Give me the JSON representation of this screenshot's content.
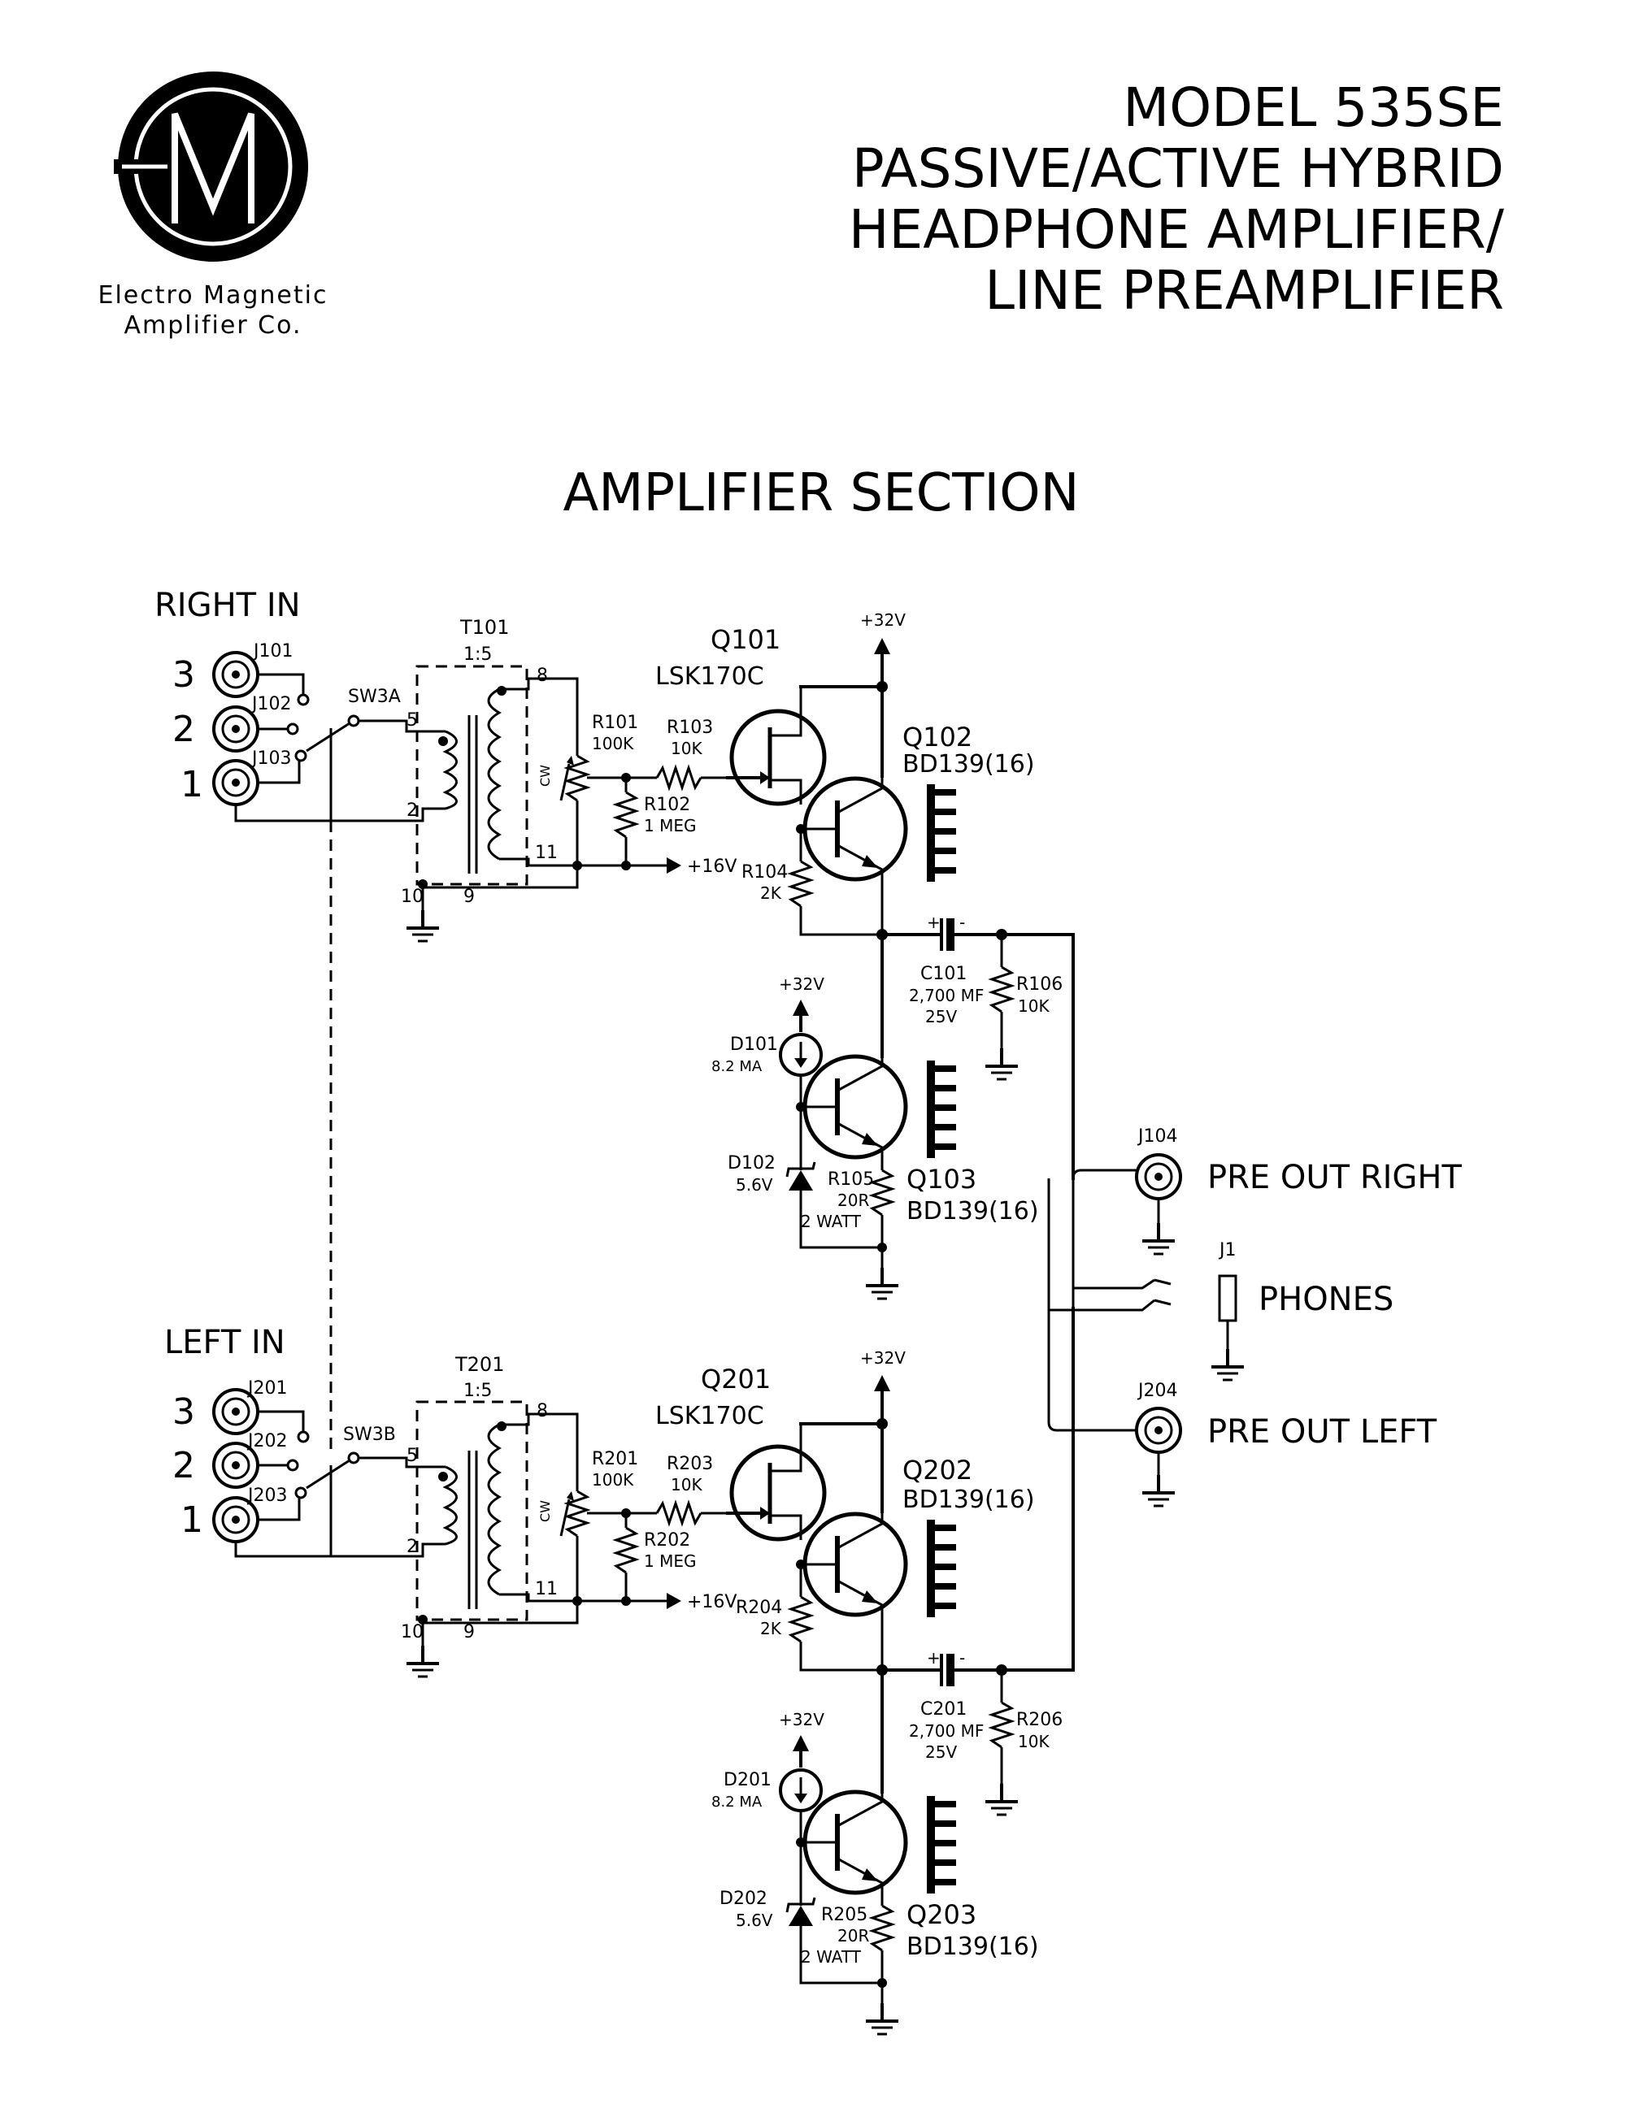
{
  "company": {
    "line1": "Electro Magnetic",
    "line2": "Amplifier Co."
  },
  "title": {
    "line1": "MODEL 535SE",
    "line2": "PASSIVE/ACTIVE HYBRID",
    "line3": "HEADPHONE AMPLIFIER/",
    "line4": "LINE PREAMPLIFIER"
  },
  "section_title": "AMPLIFIER SECTION",
  "channels": [
    {
      "input_label": "RIGHT IN",
      "input_numbers": [
        "3",
        "2",
        "1"
      ],
      "jacks": [
        "J101",
        "J102",
        "J103"
      ],
      "switch": "SW3A",
      "transformer": {
        "ref": "T101",
        "ratio": "1:5",
        "pins": [
          "8",
          "5",
          "2",
          "11",
          "10",
          "9"
        ]
      },
      "pot": {
        "ref": "R101",
        "value": "100K",
        "cw": "CW"
      },
      "r_gate": {
        "ref": "R103",
        "value": "10K"
      },
      "r_bias": {
        "ref": "R102",
        "value": "1 MEG"
      },
      "bias_rail": "+16V",
      "q_jfet": {
        "ref": "Q101",
        "part": "LSK170C"
      },
      "q_upper": {
        "ref": "Q102",
        "part": "BD139(16)"
      },
      "r_source": {
        "ref": "R104",
        "value": "2K"
      },
      "supply_top": "+32V",
      "cap": {
        "ref": "C101",
        "value": "2,700 MF",
        "voltage": "25V",
        "plus": "+",
        "minus": "-"
      },
      "r_load": {
        "ref": "R106",
        "value": "10K"
      },
      "supply_ccs": "+32V",
      "d_ccs": {
        "ref": "D101",
        "value": "8.2 MA"
      },
      "d_zener": {
        "ref": "D102",
        "value": "5.6V"
      },
      "r_emitter": {
        "ref": "R105",
        "value": "20R",
        "power": "2 WATT"
      },
      "q_lower": {
        "ref": "Q103",
        "part": "BD139(16)"
      }
    },
    {
      "input_label": "LEFT IN",
      "input_numbers": [
        "3",
        "2",
        "1"
      ],
      "jacks": [
        "J201",
        "J202",
        "J203"
      ],
      "switch": "SW3B",
      "transformer": {
        "ref": "T201",
        "ratio": "1:5",
        "pins": [
          "8",
          "5",
          "2",
          "11",
          "10",
          "9"
        ]
      },
      "pot": {
        "ref": "R201",
        "value": "100K",
        "cw": "CW"
      },
      "r_gate": {
        "ref": "R203",
        "value": "10K"
      },
      "r_bias": {
        "ref": "R202",
        "value": "1 MEG"
      },
      "bias_rail": "+16V",
      "q_jfet": {
        "ref": "Q201",
        "part": "LSK170C"
      },
      "q_upper": {
        "ref": "Q202",
        "part": "BD139(16)"
      },
      "r_source": {
        "ref": "R204",
        "value": "2K"
      },
      "supply_top": "+32V",
      "cap": {
        "ref": "C201",
        "value": "2,700 MF",
        "voltage": "25V",
        "plus": "+",
        "minus": "-"
      },
      "r_load": {
        "ref": "R206",
        "value": "10K"
      },
      "supply_ccs": "+32V",
      "d_ccs": {
        "ref": "D201",
        "value": "8.2 MA"
      },
      "d_zener": {
        "ref": "D202",
        "value": "5.6V"
      },
      "r_emitter": {
        "ref": "R205",
        "value": "20R",
        "power": "2 WATT"
      },
      "q_lower": {
        "ref": "Q203",
        "part": "BD139(16)"
      }
    }
  ],
  "outputs": {
    "pre_out_right": {
      "ref": "J104",
      "label": "PRE OUT RIGHT"
    },
    "phones": {
      "ref": "J1",
      "label": "PHONES"
    },
    "pre_out_left": {
      "ref": "J204",
      "label": "PRE OUT LEFT"
    }
  }
}
